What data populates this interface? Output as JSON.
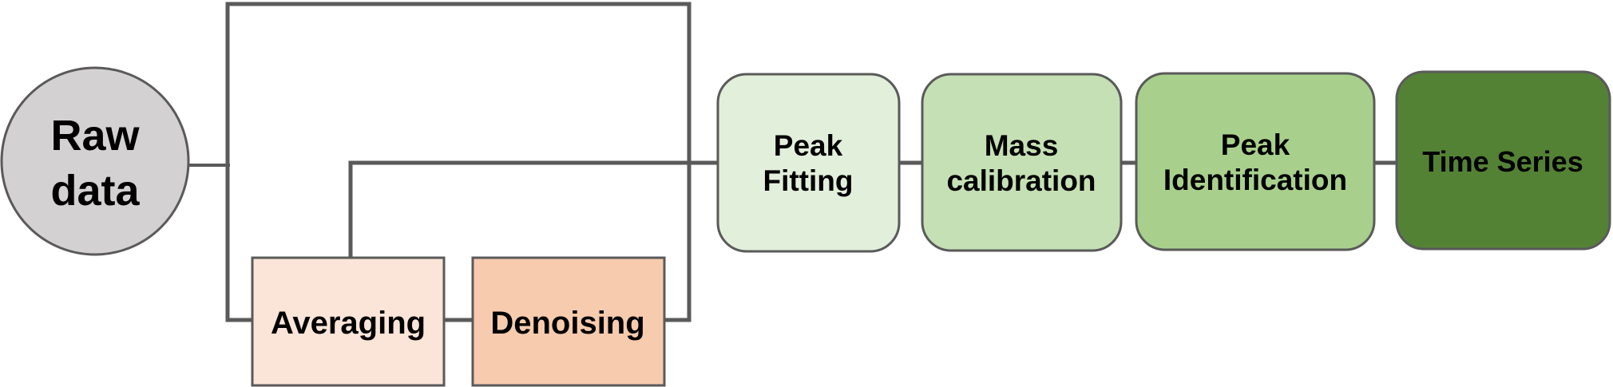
{
  "nodes": {
    "raw_data": {
      "lines": [
        "Raw",
        "data"
      ],
      "fill": "#d3d1d2"
    },
    "averaging": {
      "lines": [
        "Averaging"
      ],
      "fill": "#fbe4d8"
    },
    "denoising": {
      "lines": [
        "Denoising"
      ],
      "fill": "#f7cbae"
    },
    "peak_fitting": {
      "lines": [
        "Peak",
        "Fitting"
      ],
      "fill": "#e2efdb"
    },
    "mass_calibration": {
      "lines": [
        "Mass",
        "calibration"
      ],
      "fill": "#c5e0b4"
    },
    "peak_identification": {
      "lines": [
        "Peak",
        "Identification"
      ],
      "fill": "#a8d08c"
    },
    "time_series": {
      "lines": [
        "Time Series"
      ],
      "fill": "#548235"
    }
  },
  "colors": {
    "line": "#5a5a5a",
    "text": "#000000",
    "background": "#ffffff"
  }
}
